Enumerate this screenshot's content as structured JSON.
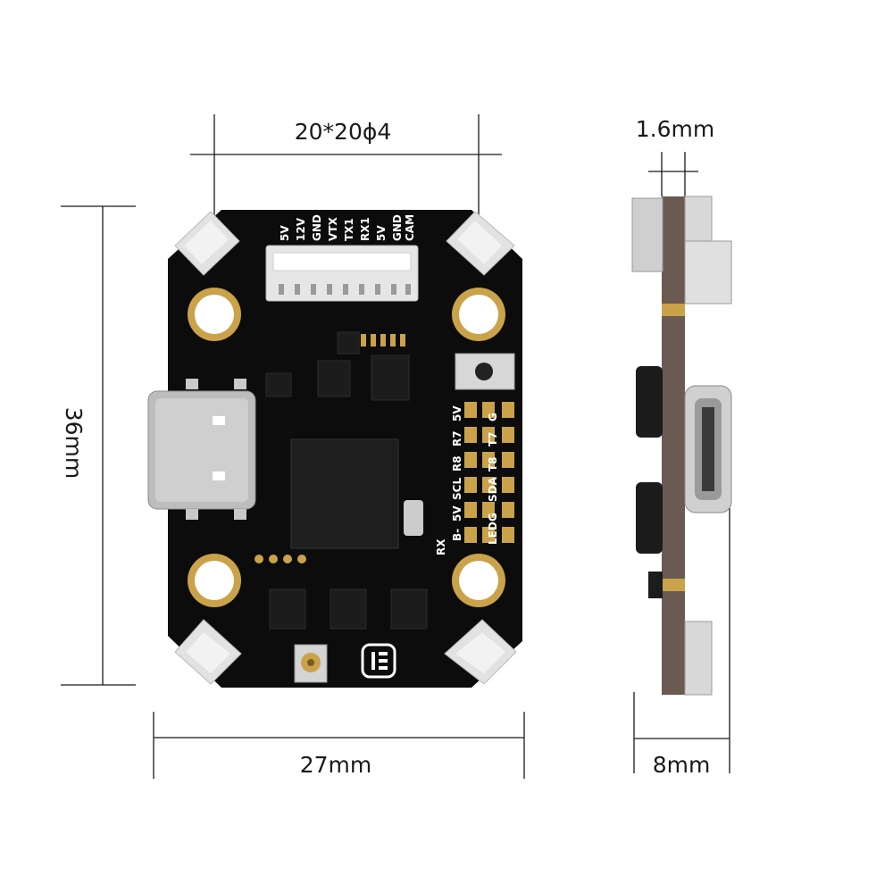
{
  "dimensions": {
    "mount_spacing": "20*20ϕ4",
    "height": "36mm",
    "width": "27mm",
    "pcb_thickness": "1.6mm",
    "side_depth": "8mm"
  },
  "board": {
    "top_header_pins": [
      "5V",
      "12V",
      "GND",
      "VTX",
      "TX1",
      "RX1",
      "5V",
      "GND",
      "CAM"
    ],
    "pad_labels_outer": [
      "5V",
      "R7",
      "R8",
      "SCL",
      "5V",
      "B-"
    ],
    "pad_labels_inner": [
      "G",
      "T7",
      "T8",
      "SDA",
      "G",
      "LED"
    ],
    "rx_label": "RX"
  },
  "colors": {
    "pcb": "#0c0c0c",
    "gold": "#c9a24a",
    "connector": "#e2e2e2",
    "side_board": "#6a5a52",
    "dimension_line": "#1a1a1a"
  }
}
